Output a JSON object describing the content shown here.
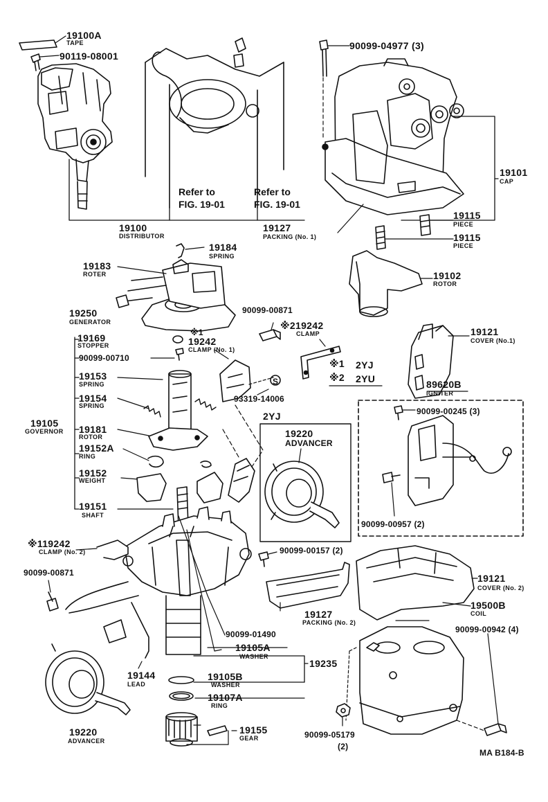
{
  "parts": {
    "p19100A": {
      "number": "19100A",
      "name": "TAPE"
    },
    "p90119": {
      "number": "90119-08001"
    },
    "p9009904977": {
      "number": "90099-04977 (3)"
    },
    "p19101": {
      "number": "19101",
      "name": "CAP"
    },
    "p19100": {
      "number": "19100",
      "name": "DISTRIBUTOR"
    },
    "p19127a": {
      "number": "19127",
      "name": "PACKING (No. 1)"
    },
    "p19115a": {
      "number": "19115",
      "name": "PIECE"
    },
    "p19115b": {
      "number": "19115",
      "name": "PIECE"
    },
    "p19184": {
      "number": "19184",
      "name": "SPRING"
    },
    "p19183": {
      "number": "19183",
      "name": "ROTER"
    },
    "p19102": {
      "number": "19102",
      "name": "ROTOR"
    },
    "p19250": {
      "number": "19250",
      "name": "GENERATOR"
    },
    "p9009900871a": {
      "number": "90099-00871"
    },
    "p19242a": {
      "number": "※219242",
      "name": "CLAMP"
    },
    "p19121a": {
      "number": "19121",
      "name": "COVER (No.1)"
    },
    "p19169": {
      "number": "19169",
      "name": "STOPPER"
    },
    "p19242b": {
      "mark": "※1",
      "number": "19242",
      "name": "CLAMP (No. 1)"
    },
    "p9009900710": {
      "number": "90099-00710"
    },
    "p19153": {
      "number": "19153",
      "name": "SPRING"
    },
    "p19154": {
      "number": "19154",
      "name": "SPRING"
    },
    "p19105": {
      "number": "19105",
      "name": "GOVERNOR"
    },
    "p19181": {
      "number": "19181",
      "name": "ROTOR"
    },
    "p19152A": {
      "number": "19152A",
      "name": "RING"
    },
    "p19152": {
      "number": "19152",
      "name": "WEIGHT"
    },
    "p19151": {
      "number": "19151",
      "name": "SHAFT"
    },
    "p93319": {
      "number": "93319-14006"
    },
    "p89620B": {
      "number": "89620B",
      "name": "IGNITER"
    },
    "p9009900245": {
      "number": "90099-00245 (3)"
    },
    "p19220a": {
      "number": "19220",
      "name": "ADVANCER"
    },
    "p9009900957": {
      "number": "90099-00957 (2)"
    },
    "p19242c": {
      "number": "※119242",
      "name": "CLAMP (No. 2)"
    },
    "p9009900157": {
      "number": "90099-00157 (2)"
    },
    "p9009900871b": {
      "number": "90099-00871"
    },
    "p19121b": {
      "number": "19121",
      "name": "COVER (No. 2)"
    },
    "p19500B": {
      "number": "19500B",
      "name": "COIL"
    },
    "p19127b": {
      "number": "19127",
      "name": "PACKING (No. 2)"
    },
    "p9009900942": {
      "number": "90099-00942 (4)"
    },
    "p9009901490": {
      "number": "90099-01490"
    },
    "p19105A": {
      "number": "19105A",
      "name": "WASHER"
    },
    "p19235": {
      "number": "19235"
    },
    "p19144": {
      "number": "19144",
      "name": "LEAD"
    },
    "p19105B": {
      "number": "19105B",
      "name": "WASHER"
    },
    "p19107A": {
      "number": "19107A",
      "name": "RING"
    },
    "p19155": {
      "number": "19155",
      "name": "GEAR"
    },
    "p19220b": {
      "number": "19220",
      "name": "ADVANCER"
    },
    "p9009905179": {
      "number": "90099-05179",
      "qty": "(2)"
    }
  },
  "references": {
    "ref1": {
      "line1": "Refer to",
      "line2": "FIG. 19-01"
    },
    "ref2": {
      "line1": "Refer to",
      "line2": "FIG. 19-01"
    }
  },
  "variants": {
    "note1": {
      "mark": "※1",
      "model": "2YJ"
    },
    "note2": {
      "mark": "※2",
      "model": "2YU"
    },
    "box_title": "2YJ"
  },
  "callout_s": "S",
  "figure_code": "MA B184-B",
  "colors": {
    "ink": "#111111",
    "paper": "#ffffff"
  }
}
